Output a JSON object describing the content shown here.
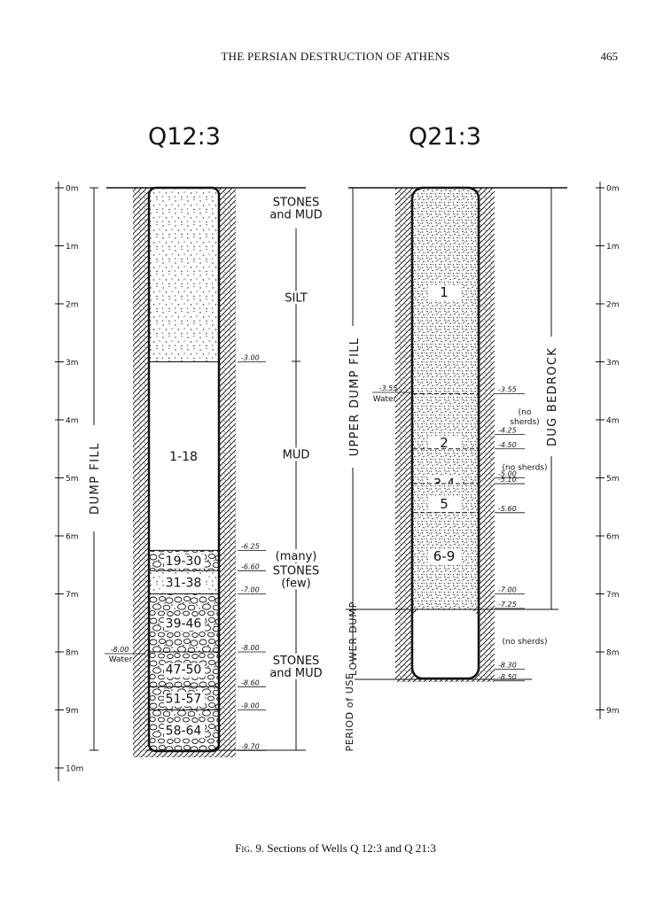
{
  "header": {
    "title": "THE PERSIAN DESTRUCTION OF ATHENS",
    "page_number": "465"
  },
  "wells": {
    "q12": {
      "title": "Q12:3",
      "vertical_label": "DUMP FILL",
      "depth_ticks": [
        {
          "depth": 0,
          "label": "0m"
        },
        {
          "depth": 1,
          "label": "1m"
        },
        {
          "depth": 2,
          "label": "2m"
        },
        {
          "depth": 3,
          "label": "3m"
        },
        {
          "depth": 4,
          "label": "4m"
        },
        {
          "depth": 5,
          "label": "5m"
        },
        {
          "depth": 6,
          "label": "6m"
        },
        {
          "depth": 7,
          "label": "7m"
        },
        {
          "depth": 8,
          "label": "8m"
        },
        {
          "depth": 9,
          "label": "9m"
        },
        {
          "depth": 10,
          "label": "10m"
        }
      ],
      "layers": [
        {
          "from": 0,
          "to": 3.0,
          "fill": "stipple",
          "label": ""
        },
        {
          "from": 3.0,
          "to": 6.25,
          "fill": "empty",
          "label": "1-18"
        },
        {
          "from": 6.25,
          "to": 6.6,
          "fill": "stones",
          "label": "19-30"
        },
        {
          "from": 6.6,
          "to": 7.0,
          "fill": "stipple",
          "label": "31-38"
        },
        {
          "from": 7.0,
          "to": 8.0,
          "fill": "stones",
          "label": "39-46"
        },
        {
          "from": 8.0,
          "to": 8.6,
          "fill": "stones",
          "label": "47-50"
        },
        {
          "from": 8.6,
          "to": 9.0,
          "fill": "stones",
          "label": "51-57"
        },
        {
          "from": 9.0,
          "to": 9.7,
          "fill": "stones",
          "label": "58-64"
        }
      ],
      "depth_marks": [
        {
          "depth": 3.0,
          "label": "-3.00"
        },
        {
          "depth": 6.25,
          "label": "-6.25"
        },
        {
          "depth": 6.6,
          "label": "-6.60"
        },
        {
          "depth": 7.0,
          "label": "-7.00"
        },
        {
          "depth": 8.0,
          "label": "-8.00"
        },
        {
          "depth": 8.6,
          "label": "-8.60"
        },
        {
          "depth": 9.0,
          "label": "-9.00"
        },
        {
          "depth": 9.7,
          "label": "-9.70"
        }
      ],
      "water_depth": "-8.00",
      "water_label": "Water",
      "descriptions": [
        {
          "depth": 0.25,
          "lines": [
            "STONES",
            "and MUD"
          ]
        },
        {
          "depth": 1.9,
          "lines": [
            "SILT"
          ]
        },
        {
          "depth": 4.6,
          "lines": [
            "MUD"
          ]
        },
        {
          "depth": 6.35,
          "lines": [
            "(many)"
          ]
        },
        {
          "depth": 6.6,
          "lines": [
            "STONES",
            "(few)"
          ]
        },
        {
          "depth": 8.15,
          "lines": [
            "STONES",
            "and MUD"
          ]
        }
      ]
    },
    "q21": {
      "title": "Q21:3",
      "upper_label": "UPPER DUMP FILL",
      "lower_label": "LOWER DUMP",
      "period_label": "PERIOD of USE",
      "right_label": "DUG BEDROCK",
      "depth_ticks": [
        {
          "depth": 0,
          "label": "0m"
        },
        {
          "depth": 1,
          "label": "1m"
        },
        {
          "depth": 2,
          "label": "2m"
        },
        {
          "depth": 3,
          "label": "3m"
        },
        {
          "depth": 4,
          "label": "4m"
        },
        {
          "depth": 5,
          "label": "5m"
        },
        {
          "depth": 6,
          "label": "6m"
        },
        {
          "depth": 7,
          "label": "7m"
        },
        {
          "depth": 8,
          "label": "8m"
        },
        {
          "depth": 9,
          "label": "9m"
        }
      ],
      "layers": [
        {
          "from": 0,
          "to": 3.55,
          "label": "1",
          "label_depth": 1.8
        },
        {
          "from": 3.55,
          "to": 4.5,
          "label": "2",
          "label_depth": 4.4
        },
        {
          "from": 4.5,
          "to": 5.1,
          "label": "3-4",
          "label_depth": 5.1
        },
        {
          "from": 5.1,
          "to": 5.6,
          "label": "5",
          "label_depth": 5.45
        },
        {
          "from": 5.6,
          "to": 7.25,
          "label": "6-9",
          "label_depth": 6.35
        }
      ],
      "depth_marks": [
        {
          "depth": 3.55,
          "label": "-3.55"
        },
        {
          "depth": 4.25,
          "label": "-4.25"
        },
        {
          "depth": 4.5,
          "label": "-4.50"
        },
        {
          "depth": 5.0,
          "label": "-5.00"
        },
        {
          "depth": 5.1,
          "label": "-5.10"
        },
        {
          "depth": 5.6,
          "label": "-5.60"
        },
        {
          "depth": 7.0,
          "label": "-7.00"
        },
        {
          "depth": 7.25,
          "label": "-7.25"
        },
        {
          "depth": 8.3,
          "label": "-8.30"
        },
        {
          "depth": 8.5,
          "label": "-8.50"
        }
      ],
      "water_depth": "-3.55",
      "water_label": "Water",
      "notes": [
        {
          "depth": 3.85,
          "lines": [
            "(no",
            "sherds)"
          ]
        },
        {
          "depth": 4.8,
          "lines": [
            "(no sherds)"
          ]
        },
        {
          "depth": 7.8,
          "lines": [
            "(no sherds)"
          ]
        }
      ]
    }
  },
  "caption": {
    "fig": "Fig. 9.",
    "text": " Sections of Wells Q 12:3 and Q 21:3"
  }
}
